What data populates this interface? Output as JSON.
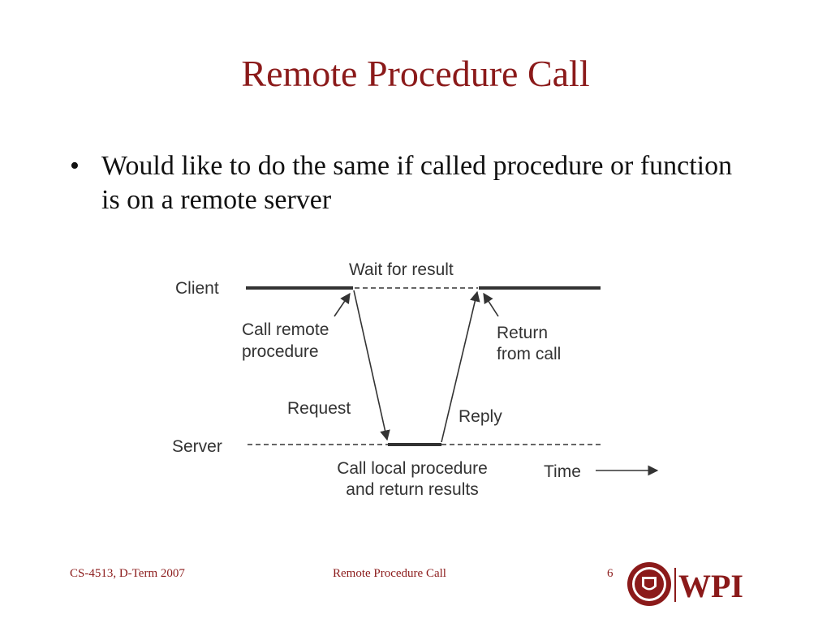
{
  "slide": {
    "title": "Remote Procedure Call",
    "bullet": "Would like to do the same if called procedure or function is on a remote server"
  },
  "diagram": {
    "client_label": "Client",
    "server_label": "Server",
    "wait_label": "Wait for result",
    "call_remote_line1": "Call remote",
    "call_remote_line2": "procedure",
    "return_line1": "Return",
    "return_line2": "from call",
    "request_label": "Request",
    "reply_label": "Reply",
    "local_line1": "Call local procedure",
    "local_line2": "and return results",
    "time_label": "Time"
  },
  "footer": {
    "course": "CS-4513, D-Term 2007",
    "topic": "Remote Procedure Call",
    "page": "6"
  },
  "logo": {
    "text": "WPI"
  },
  "colors": {
    "title": "#8b1a1a",
    "accent": "#8b1a1a",
    "diagram_ink": "#333333"
  }
}
